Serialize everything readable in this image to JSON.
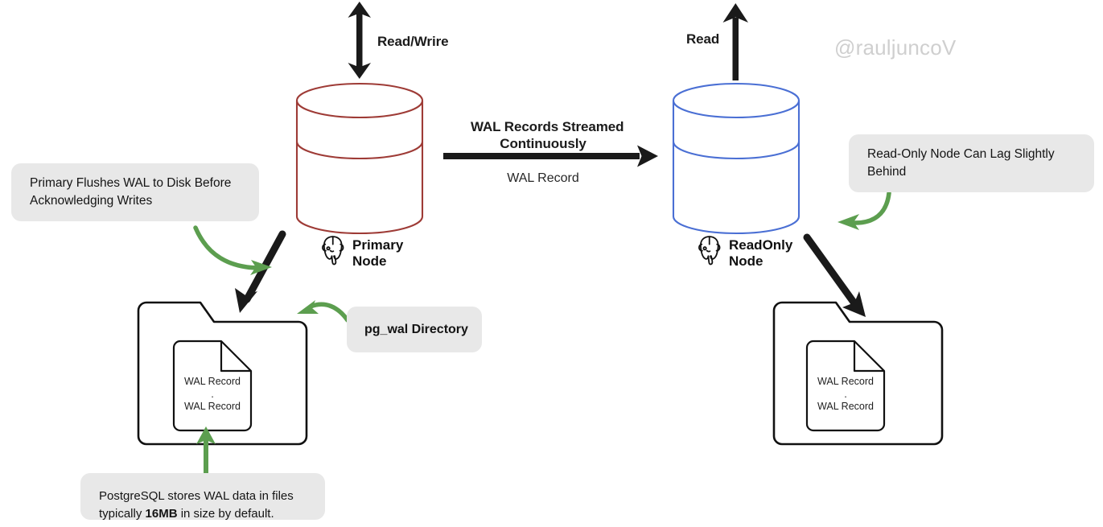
{
  "diagram": {
    "title": "PostgreSQL WAL Streaming Replication",
    "watermark": "@rauljuncoV",
    "colors": {
      "primary_cylinder": "#9e3b36",
      "replica_cylinder": "#4a6fd4",
      "green_arrow": "#5c9e4f",
      "black_arrow": "#1a1a1a",
      "callout_bg": "#e8e8e8",
      "watermark_text": "#cfcfcf",
      "outline": "#111111"
    }
  },
  "arrows": {
    "primary_client": {
      "label": "Read/Wrire",
      "type": "double-headed-vertical"
    },
    "replica_client": {
      "label": "Read",
      "type": "single-headed-up"
    },
    "streaming": {
      "label_top": "WAL Records Streamed\nContinuously",
      "label_bottom": "WAL Record",
      "type": "horizontal-right"
    }
  },
  "nodes": {
    "primary": {
      "label": "Primary\nNode",
      "icon": "postgresql-elephant-icon",
      "cylinder_color": "#9e3b36"
    },
    "replica": {
      "label": "ReadOnly\nNode",
      "icon": "postgresql-elephant-icon",
      "cylinder_color": "#4a6fd4"
    }
  },
  "folders": {
    "primary_wal": {
      "document": {
        "line1": "WAL Record",
        "separator": ".",
        "line2": "WAL Record"
      }
    },
    "replica_wal": {
      "document": {
        "line1": "WAL Record",
        "separator": ".",
        "line2": "WAL Record"
      }
    }
  },
  "callouts": {
    "flush": {
      "text": "Primary Flushes WAL to Disk Before\nAcknowledging Writes"
    },
    "lag": {
      "text": "Read-Only Node Can Lag Slightly\nBehind"
    },
    "pg_wal": {
      "text": "pg_wal Directory",
      "bold": true
    },
    "size": {
      "prefix": "PostgreSQL stores WAL data in files\ntypically ",
      "emphasis": "16MB",
      "suffix": " in size by default."
    }
  }
}
